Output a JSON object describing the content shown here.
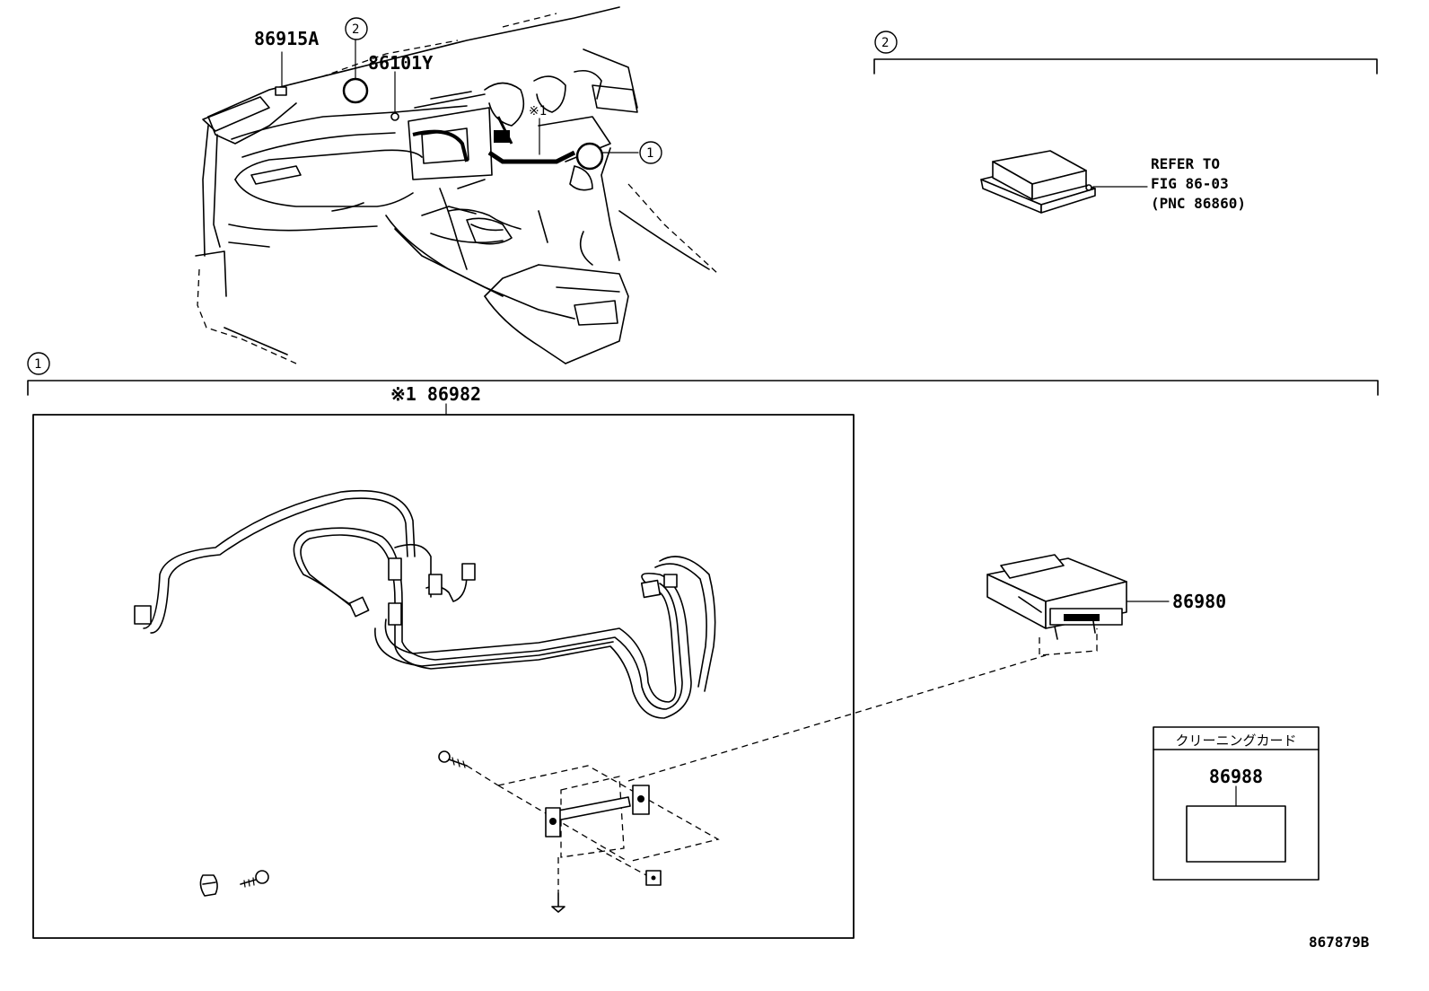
{
  "labels": {
    "part_86915a": "86915A",
    "part_86101y": "86101Y",
    "note_1": "※1",
    "callout_1": "1",
    "callout_2": "2",
    "kit_86982": "※1 86982",
    "part_86980": "86980",
    "part_86988": "86988",
    "cleaning_card_title": "クリーニングカード",
    "refer_line1": "REFER TO",
    "refer_line2": "FIG 86-03",
    "refer_line3": "(PNC 86860)",
    "figure_code": "867879B"
  }
}
